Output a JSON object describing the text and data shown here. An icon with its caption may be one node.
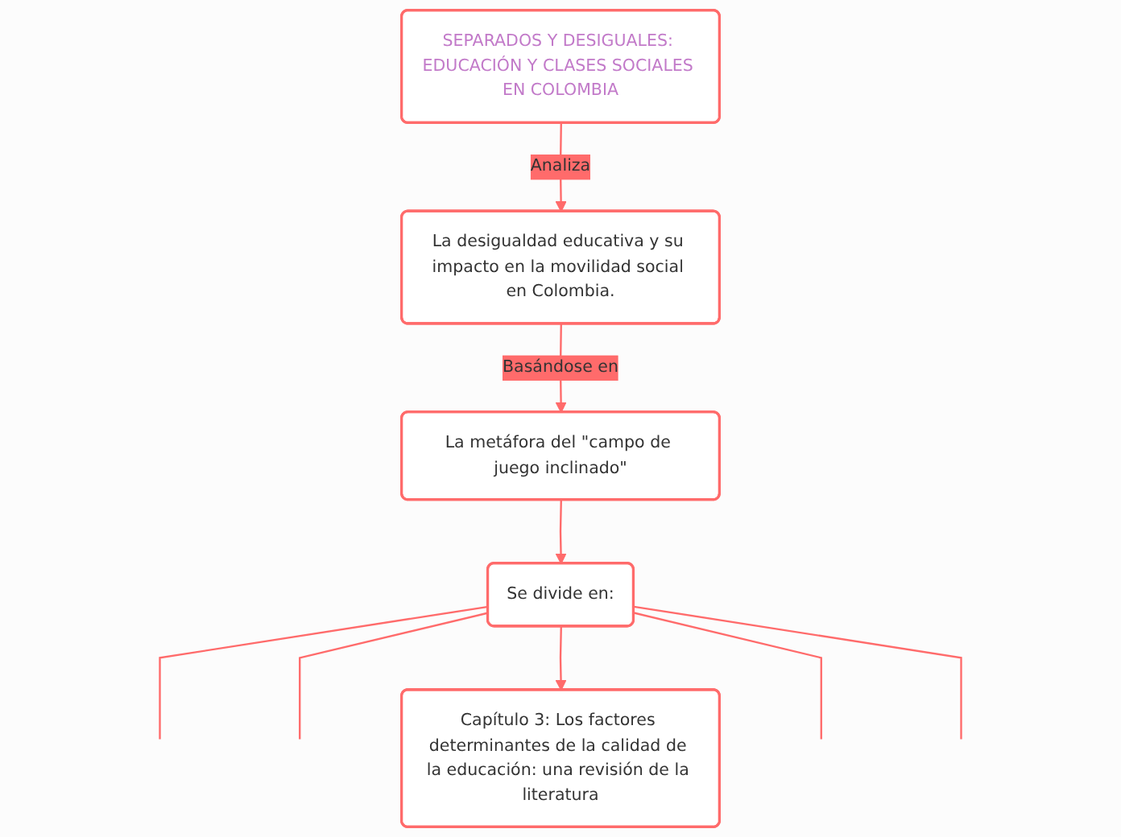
{
  "diagram": {
    "nodes": [
      {
        "text": [
          "SEPARADOS Y DESIGUALES: EDUCACIÓN Y CLASES SOCIALES EN COLOMBIA"
        ]
      },
      {
        "text": [
          "La desigualdad educativa y su impacto en la movilidad social en Colombia."
        ]
      },
      {
        "text": [
          "La metáfora del \"campo de juego inclinado\""
        ]
      },
      {
        "text": [
          "Se divide en:"
        ]
      },
      {
        "text": [
          "Capítulo 3: Los factores determinantes de la calidad de la educación: una revisión de la literatura"
        ]
      }
    ],
    "edges": [
      {
        "from": 0,
        "to": 1,
        "arrow": "to",
        "label": "Analiza"
      },
      {
        "from": 1,
        "to": 2,
        "arrow": "to",
        "label": "Basándose en"
      },
      {
        "from": 2,
        "to": 3,
        "arrow": "to"
      },
      {
        "from": 3,
        "to": null,
        "arrow": "none"
      },
      {
        "from": 3,
        "to": null,
        "arrow": "none"
      },
      {
        "from": 3,
        "to": 4,
        "arrow": "to"
      },
      {
        "from": 3,
        "to": null,
        "arrow": "none"
      },
      {
        "from": 3,
        "to": null,
        "arrow": "none"
      }
    ]
  }
}
